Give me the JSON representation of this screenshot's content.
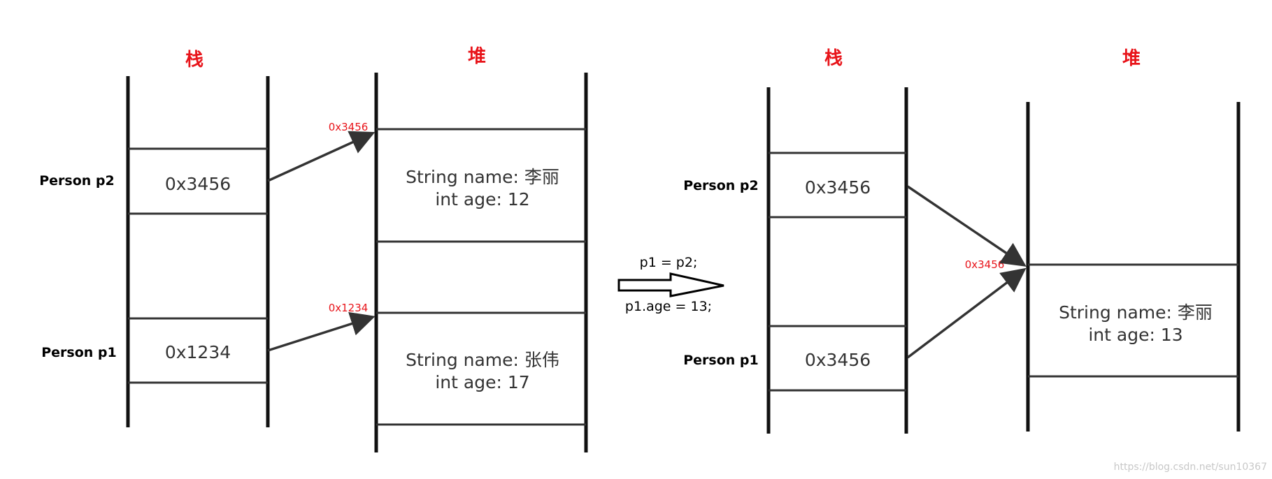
{
  "before": {
    "stack": {
      "title": "栈",
      "p2": {
        "label": "Person p2",
        "value": "0x3456"
      },
      "p1": {
        "label": "Person p1",
        "value": "0x1234"
      }
    },
    "heap": {
      "title": "堆",
      "obj1": {
        "addr": "0x3456",
        "line1": "String name: 李丽",
        "line2": "int age: 12"
      },
      "obj2": {
        "addr": "0x1234",
        "line1": "String name: 张伟",
        "line2": "int age: 17"
      }
    }
  },
  "operation": {
    "line1": "p1 = p2;",
    "line2": "p1.age = 13;"
  },
  "after": {
    "stack": {
      "title": "栈",
      "p2": {
        "label": "Person p2",
        "value": "0x3456"
      },
      "p1": {
        "label": "Person p1",
        "value": "0x3456"
      }
    },
    "heap": {
      "title": "堆",
      "obj1": {
        "addr": "0x3456",
        "line1": "String name: 李丽",
        "line2": "int age: 13"
      }
    }
  },
  "watermark": "https://blog.csdn.net/sun10367"
}
